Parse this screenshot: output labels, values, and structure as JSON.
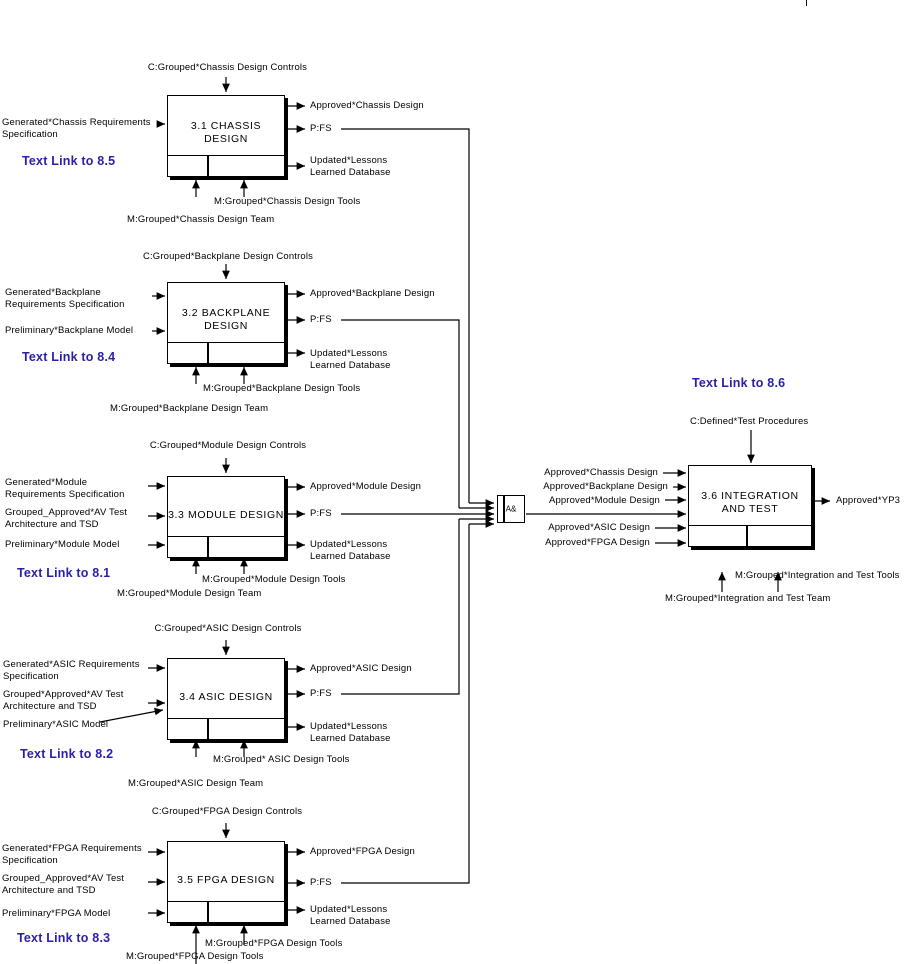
{
  "diagram": {
    "type": "IDEF0-style data flow diagram",
    "title_visible": false,
    "link_color": "#2a1fa8",
    "line_color": "#000000",
    "background": "#ffffff"
  },
  "processes": [
    {
      "id": "p31",
      "title": "3.1  CHASSIS\nDESIGN",
      "control": "C:Grouped*Chassis Design Controls",
      "inputs": [
        "Generated*Chassis Requirements\nSpecification"
      ],
      "outputs": [
        "Approved*Chassis Design",
        "P:FS",
        "Updated*Lessons\nLearned Database"
      ],
      "mechanisms": [
        "M:Grouped*Chassis Design Team",
        "M:Grouped*Chassis Design Tools"
      ],
      "text_link": "Text Link to 8.5"
    },
    {
      "id": "p32",
      "title": "3.2  BACKPLANE\nDESIGN",
      "control": "C:Grouped*Backplane Design Controls",
      "inputs": [
        "Generated*Backplane\nRequirements Specification",
        "Preliminary*Backplane Model"
      ],
      "outputs": [
        "Approved*Backplane Design",
        "P:FS",
        "Updated*Lessons\nLearned Database"
      ],
      "mechanisms": [
        "M:Grouped*Backplane Design Team",
        "M:Grouped*Backplane Design Tools"
      ],
      "text_link": "Text Link to 8.4"
    },
    {
      "id": "p33",
      "title": "3.3  MODULE DESIGN",
      "control": "C:Grouped*Module Design Controls",
      "inputs": [
        "Generated*Module\nRequirements Specification",
        "Grouped_Approved*AV Test\nArchitecture and TSD",
        "Preliminary*Module Model"
      ],
      "outputs": [
        "Approved*Module Design",
        "P:FS",
        "Updated*Lessons\nLearned Database"
      ],
      "mechanisms": [
        "M:Grouped*Module Design Team",
        "M:Grouped*Module Design Tools"
      ],
      "text_link": "Text Link to 8.1"
    },
    {
      "id": "p34",
      "title": "3.4  ASIC DESIGN",
      "control": "C:Grouped*ASIC Design Controls",
      "inputs": [
        "Generated*ASIC Requirements\nSpecification",
        "Grouped*Approved*AV Test\nArchitecture and TSD",
        "Preliminary*ASIC Model"
      ],
      "outputs": [
        "Approved*ASIC Design",
        "P:FS",
        "Updated*Lessons\nLearned Database"
      ],
      "mechanisms": [
        "M:Grouped*ASIC Design Team",
        "M:Grouped* ASIC Design Tools"
      ],
      "text_link": "Text Link to 8.2"
    },
    {
      "id": "p35",
      "title": "3.5  FPGA DESIGN",
      "control": "C:Grouped*FPGA Design Controls",
      "inputs": [
        "Generated*FPGA Requirements\nSpecification",
        "Grouped_Approved*AV Test\nArchitecture and TSD",
        "Preliminary*FPGA Model"
      ],
      "outputs": [
        "Approved*FPGA Design",
        "P:FS",
        "Updated*Lessons\nLearned Database"
      ],
      "mechanisms": [
        "M:Grouped*FPGA Design Tools",
        "M:Grouped*FPGA Design Tools"
      ],
      "text_link": "Text Link to 8.3"
    },
    {
      "id": "p36",
      "title": "3.6  INTEGRATION\nAND TEST",
      "control": "C:Defined*Test Procedures",
      "inputs": [
        "Approved*Chassis Design",
        "Approved*Backplane Design",
        "Approved*Module Design",
        "Approved*ASIC Design",
        "Approved*FPGA Design"
      ],
      "outputs": [
        "Approved*YP3"
      ],
      "mechanisms": [
        "M:Grouped*Integration and Test Team",
        "M:Grouped*Integration and Test Tools"
      ],
      "text_link": "Text Link to 8.6"
    }
  ],
  "junction": {
    "label": "A&",
    "name": "and-junction"
  }
}
